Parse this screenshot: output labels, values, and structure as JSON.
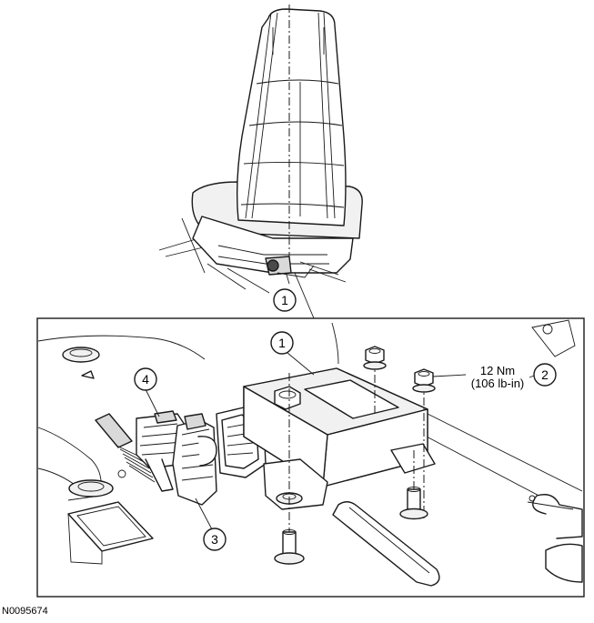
{
  "figure_id": "N0095674",
  "callouts": {
    "seat_view_1": "1",
    "module_1": "1",
    "nut_2": "2",
    "connector_3": "3",
    "connector_4": "4"
  },
  "torque_spec": {
    "metric": "12 Nm",
    "imperial": "(106 lb-in)"
  }
}
